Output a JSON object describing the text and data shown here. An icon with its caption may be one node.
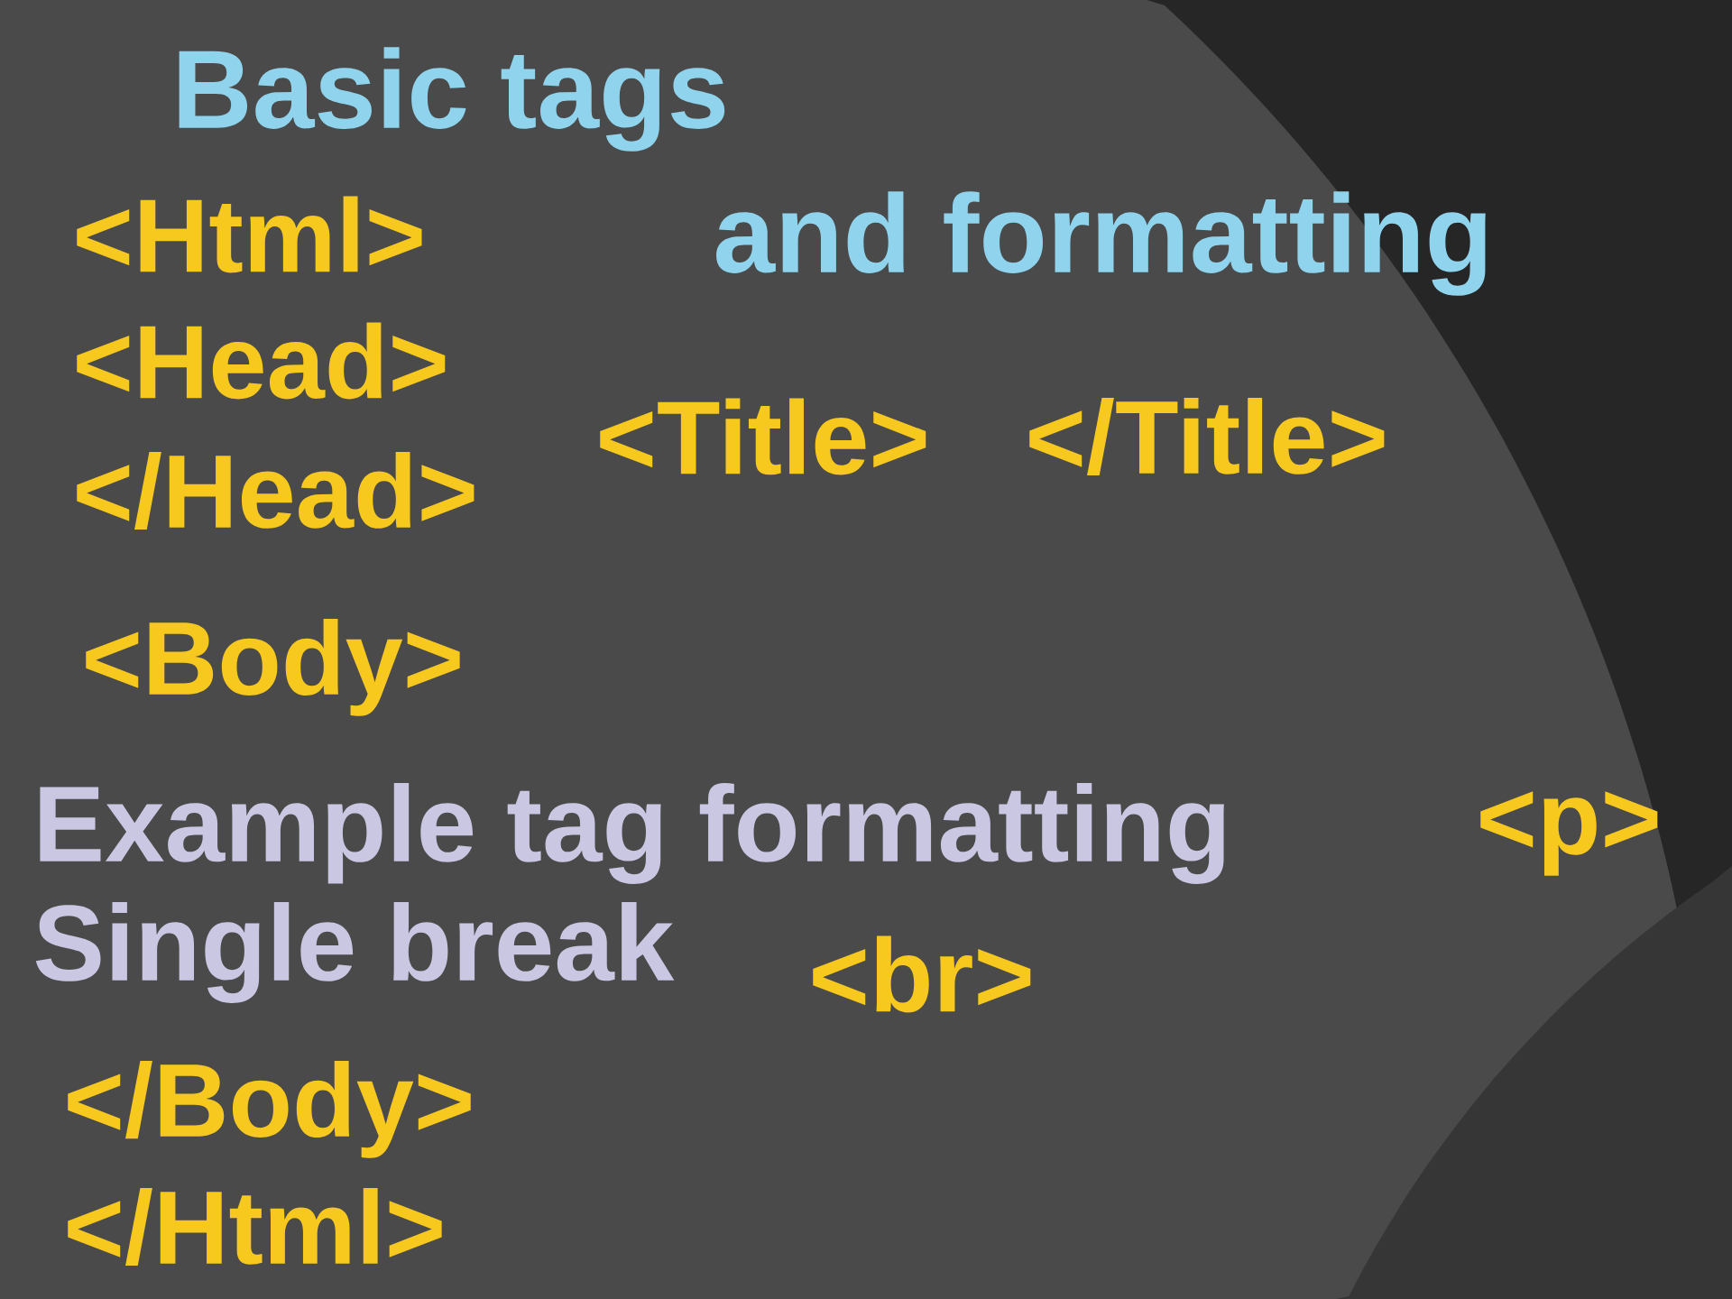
{
  "diagram": {
    "labels": [
      "Basic tags",
      "<Html>",
      "and formatting",
      "<Head>",
      "<Title>",
      "</Title>",
      "</Head>",
      "<Body>",
      "Example tag formatting",
      "<p>",
      "Single break",
      "<br>",
      "</Body>",
      "</Html>"
    ]
  }
}
